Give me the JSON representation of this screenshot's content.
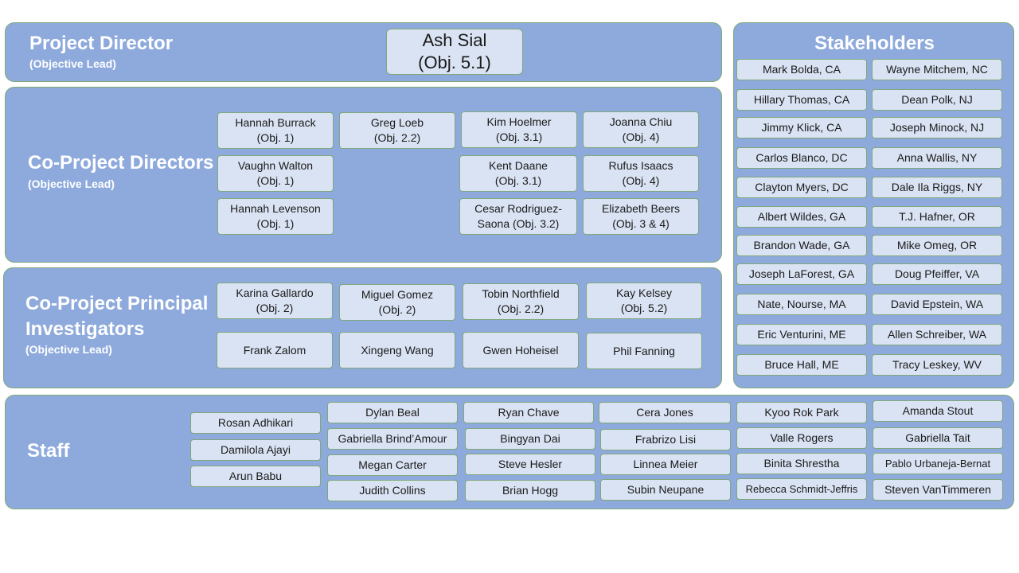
{
  "project_director": {
    "title": "Project Director",
    "subtitle": "(Objective Lead)",
    "members": [
      {
        "name": "Ash Sial\n(Obj. 5.1)"
      }
    ]
  },
  "co_project_directors": {
    "title": "Co-Project Directors",
    "subtitle": "(Objective Lead)",
    "members": [
      {
        "name": "Hannah Burrack\n(Obj. 1)"
      },
      {
        "name": "Greg Loeb\n(Obj. 2.2)"
      },
      {
        "name": "Kim Hoelmer\n(Obj. 3.1)"
      },
      {
        "name": "Joanna Chiu\n(Obj. 4)"
      },
      {
        "name": "Vaughn Walton\n(Obj. 1)"
      },
      {
        "name": "Kent Daane\n(Obj. 3.1)"
      },
      {
        "name": "Rufus Isaacs\n(Obj. 4)"
      },
      {
        "name": "Hannah Levenson\n(Obj. 1)"
      },
      {
        "name": "Cesar Rodriguez-\nSaona (Obj. 3.2)"
      },
      {
        "name": "Elizabeth Beers\n(Obj. 3 & 4)"
      }
    ]
  },
  "co_project_pis": {
    "title_line1": "Co-Project Principal",
    "title_line2": "Investigators",
    "subtitle": "(Objective Lead)",
    "members": [
      {
        "name": "Karina Gallardo\n(Obj. 2)"
      },
      {
        "name": "Miguel Gomez\n(Obj. 2)"
      },
      {
        "name": "Tobin Northfield\n(Obj. 2.2)"
      },
      {
        "name": "Kay Kelsey\n(Obj. 5.2)"
      },
      {
        "name": "Frank Zalom"
      },
      {
        "name": "Xingeng Wang"
      },
      {
        "name": "Gwen Hoheisel"
      },
      {
        "name": "Phil Fanning"
      }
    ]
  },
  "stakeholders": {
    "title": "Stakeholders",
    "members": [
      {
        "name": "Mark Bolda, CA"
      },
      {
        "name": "Wayne Mitchem, NC"
      },
      {
        "name": "Hillary Thomas, CA"
      },
      {
        "name": "Dean Polk, NJ"
      },
      {
        "name": "Jimmy Klick, CA"
      },
      {
        "name": "Joseph Minock, NJ"
      },
      {
        "name": "Carlos Blanco, DC"
      },
      {
        "name": "Anna Wallis, NY"
      },
      {
        "name": "Clayton Myers, DC"
      },
      {
        "name": "Dale Ila Riggs, NY"
      },
      {
        "name": "Albert Wildes, GA"
      },
      {
        "name": "T.J. Hafner, OR"
      },
      {
        "name": "Brandon Wade, GA"
      },
      {
        "name": "Mike Omeg, OR"
      },
      {
        "name": "Joseph LaForest, GA"
      },
      {
        "name": "Doug Pfeiffer, VA"
      },
      {
        "name": "Nate, Nourse, MA"
      },
      {
        "name": "David Epstein, WA"
      },
      {
        "name": "Eric Venturini, ME"
      },
      {
        "name": "Allen Schreiber, WA"
      },
      {
        "name": "Bruce Hall, ME"
      },
      {
        "name": "Tracy Leskey, WV"
      }
    ]
  },
  "staff": {
    "title": "Staff",
    "members": [
      {
        "name": "Rosan Adhikari"
      },
      {
        "name": "Damilola Ajayi"
      },
      {
        "name": "Arun Babu"
      },
      {
        "name": "Dylan Beal"
      },
      {
        "name": "Gabriella Brind’Amour"
      },
      {
        "name": "Megan Carter"
      },
      {
        "name": "Judith Collins"
      },
      {
        "name": "Ryan Chave"
      },
      {
        "name": "Bingyan Dai"
      },
      {
        "name": "Steve Hesler"
      },
      {
        "name": "Brian Hogg"
      },
      {
        "name": "Cera Jones"
      },
      {
        "name": "Frabrizo Lisi"
      },
      {
        "name": "Linnea Meier"
      },
      {
        "name": "Subin Neupane"
      },
      {
        "name": "Kyoo Rok Park"
      },
      {
        "name": "Valle Rogers"
      },
      {
        "name": "Binita Shrestha"
      },
      {
        "name": "Rebecca Schmidt-Jeffris"
      },
      {
        "name": "Amanda Stout"
      },
      {
        "name": "Gabriella Tait"
      },
      {
        "name": "Pablo Urbaneja-Bernat"
      },
      {
        "name": "Steven VanTimmeren"
      }
    ]
  }
}
